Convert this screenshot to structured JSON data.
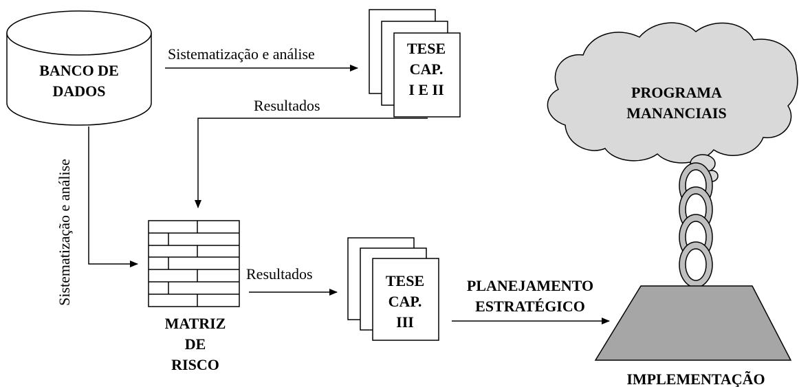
{
  "database": {
    "line1": "BANCO DE",
    "line2": "DADOS"
  },
  "arrows": {
    "top_label": "Sistematização e análise",
    "results_top": "Resultados",
    "left_vertical": "Sistematização e análise",
    "results_bottom": "Resultados"
  },
  "doc_top": {
    "line1": "TESE",
    "line2": "CAP.",
    "line3": "I E II"
  },
  "doc_bottom": {
    "line1": "TESE",
    "line2": "CAP.",
    "line3": "III"
  },
  "matrix": {
    "line1": "MATRIZ",
    "line2": "DE",
    "line3": "RISCO"
  },
  "planning": {
    "line1": "PLANEJAMENTO",
    "line2": "ESTRATÉGICO"
  },
  "cloud": {
    "line1": "PROGRAMA",
    "line2": "MANANCIAIS"
  },
  "implementation": {
    "label": "IMPLEMENTAÇÃO"
  },
  "colors": {
    "cloud_fill": "#d9d9d9",
    "trapezoid_fill": "#a6a6a6",
    "rings_fill": "#bfbfbf",
    "stroke": "#000000"
  }
}
